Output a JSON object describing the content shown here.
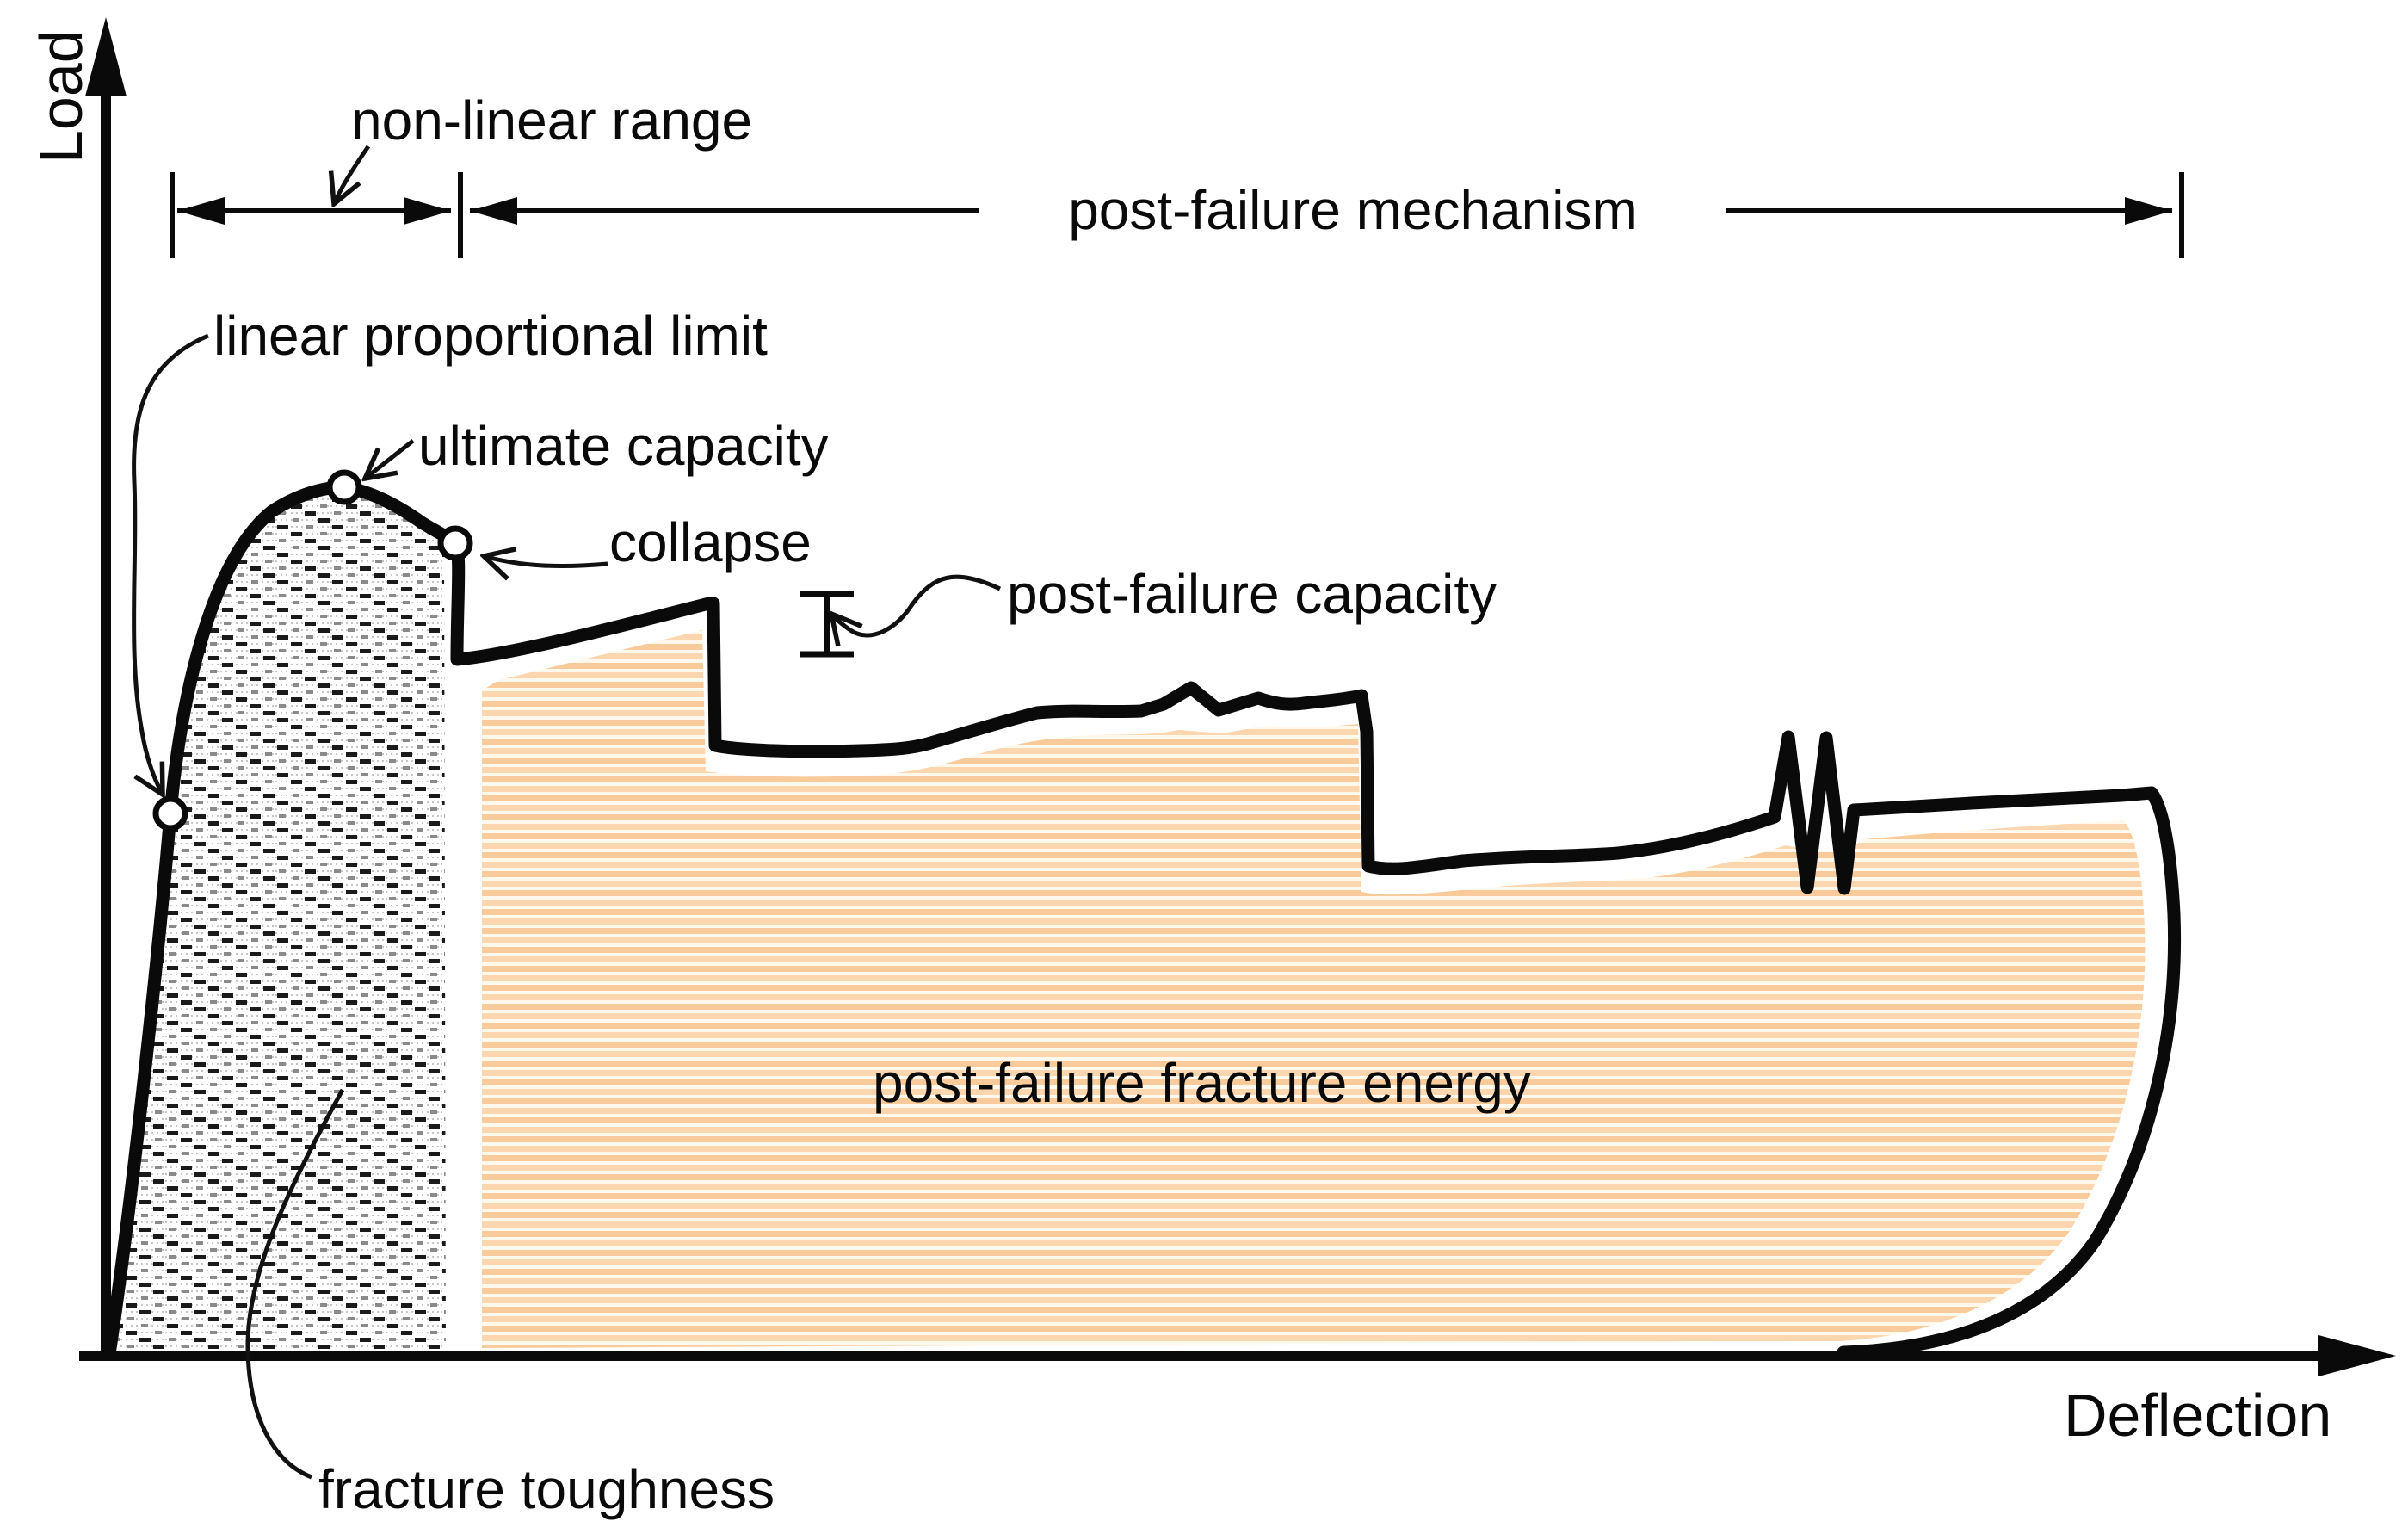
{
  "figure": {
    "y_axis_label": "Load",
    "x_axis_label": "Deflection",
    "ranges": {
      "non_linear": "non-linear range",
      "post_failure": "post-failure mechanism"
    },
    "points": {
      "linear_proportional_limit": "linear proportional limit",
      "ultimate_capacity": "ultimate capacity",
      "collapse": "collapse"
    },
    "callouts": {
      "post_failure_capacity": "post-failure capacity",
      "post_failure_fracture_energy": "post-failure fracture energy",
      "fracture_toughness": "fracture toughness"
    },
    "colors": {
      "line": "#0a0a0a",
      "post_failure_energy_hatch": "#F9CB9B",
      "post_failure_energy_hatch2": "#FBD6AE",
      "fracture_toughness_speck": "#1a1a1a",
      "background": "#ffffff"
    },
    "marker_style": "open circle"
  }
}
